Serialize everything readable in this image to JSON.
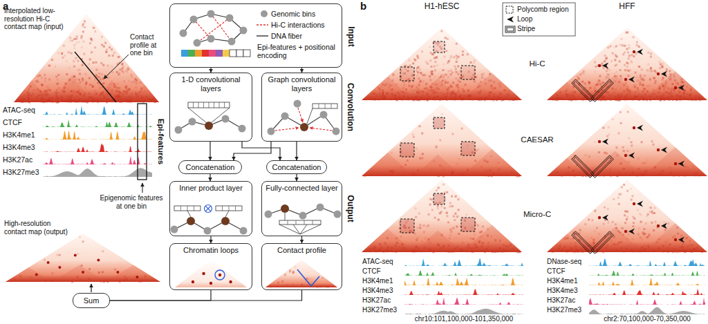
{
  "diagram": {
    "nodes": [
      {
        "text": [
          "Input"
        ]
      },
      {
        "text": [
          "1-D convolutional layers"
        ]
      },
      {
        "text": [
          "Graph convolutional layers"
        ]
      },
      {
        "text": [
          "Concatenation"
        ]
      },
      {
        "text": [
          "Concatenation"
        ]
      },
      {
        "text": [
          "Inner product layer"
        ]
      },
      {
        "text": [
          "Fully-connected layer"
        ]
      },
      {
        "text": [
          "Chromatin loops"
        ]
      },
      {
        "text": [
          "Contact profile"
        ]
      },
      {
        "text": [
          "Sum"
        ]
      }
    ],
    "edges": [
      {
        "from": 0,
        "to": 1,
        "arrow": "to"
      },
      {
        "from": 0,
        "to": 2,
        "arrow": "to"
      },
      {
        "from": 1,
        "to": 3,
        "arrow": "to"
      },
      {
        "from": 1,
        "to": 4,
        "arrow": "to"
      },
      {
        "from": 2,
        "to": 3,
        "arrow": "to"
      },
      {
        "from": 2,
        "to": 4,
        "arrow": "to"
      },
      {
        "from": 3,
        "to": 5,
        "arrow": "to"
      },
      {
        "from": 4,
        "to": 6,
        "arrow": "to"
      },
      {
        "from": 5,
        "to": 7,
        "arrow": "to"
      },
      {
        "from": 6,
        "to": 8,
        "arrow": "to"
      },
      {
        "from": 7,
        "to": 9,
        "arrow": "none"
      },
      {
        "from": 8,
        "to": 9,
        "arrow": "none"
      }
    ],
    "labels": [
      "a",
      "Interpolated low-resolution Hi-C contact map (input)",
      "Contact profile at one bin",
      "ATAC-seq",
      "CTCF",
      "H3K4me1",
      "H3K4me3",
      "H3K27ac",
      "H3K27me3",
      "Epi-features",
      "Epigenomic features at one bin",
      "High-resolution contact map (output)",
      "Convolution",
      "Output",
      "b",
      "H1-hESC",
      "HFF",
      "Hi-C",
      "CAESAR",
      "Micro-C",
      "ATAC-seq",
      "CTCF",
      "H3K4me1",
      "H3K4me3",
      "H3K27ac",
      "H3K27me3",
      "DNase-seq",
      "CTCF",
      "H3K4me1",
      "H3K4me3",
      "H3K27ac",
      "H3K27me3",
      "chr10:101,100,000-101,350,000",
      "chr2:70,100,000-70,350,000"
    ],
    "legend": [
      {
        "text": "Genomic bins"
      },
      {
        "text": "Hi-C interactions"
      },
      {
        "text": "DNA fiber"
      },
      {
        "text": "Epi-features + positional encoding"
      },
      {
        "text": "Polycomb region"
      },
      {
        "text": "Loop"
      },
      {
        "text": "Stripe"
      }
    ]
  }
}
